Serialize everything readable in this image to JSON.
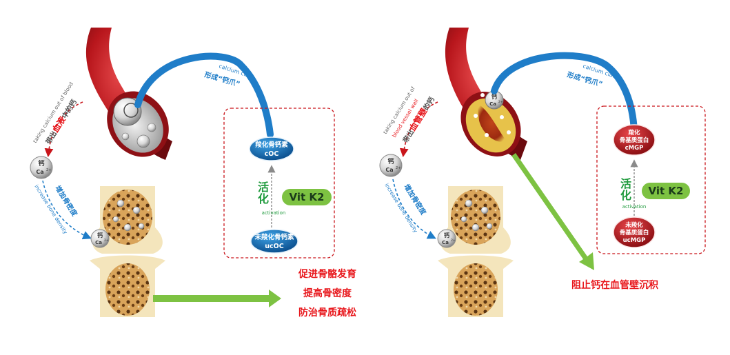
{
  "left": {
    "calcium_claw_en": "calcium claw",
    "calcium_claw_zh": "形成“钙爪”",
    "taking_out_en": "taking calcium out of blood",
    "taking_out_zh_pre": "带出",
    "taking_out_zh_key": "血液",
    "taking_out_zh_post": "中的钙",
    "increase_en": "increase bone density",
    "increase_zh": "增加骨密度",
    "ca_symbol": "钙",
    "ca_formula": "Ca",
    "ca_charge": "2+",
    "active_protein_line1": "羧化骨钙素",
    "active_protein_line2": "cOC",
    "inactive_protein_line1": "未羧化骨钙素",
    "inactive_protein_line2": "ucOC",
    "activate_zh_1": "活",
    "activate_zh_2": "化",
    "activation_en": "activation",
    "vitk2": "Vit K2",
    "benefits": [
      "促进骨骼发育",
      "提高骨密度",
      "防治骨质疏松"
    ]
  },
  "right": {
    "calcium_claw_en": "calcium claw",
    "calcium_claw_zh": "形成“钙爪”",
    "taking_out_en_1": "taking calcium out of",
    "taking_out_en_2": "blood vessel wall",
    "taking_out_zh_pre": "带出",
    "taking_out_zh_key": "血管壁",
    "taking_out_zh_post": "的钙",
    "increase_en": "increase bone density",
    "increase_zh": "增加骨密度",
    "ca_symbol": "钙",
    "ca_formula": "Ca",
    "ca_charge": "2+",
    "active_protein_line1": "羧化",
    "active_protein_line2": "骨基质蛋白",
    "active_protein_line3": "cMGP",
    "inactive_protein_line1": "未羧化",
    "inactive_protein_line2": "骨基质蛋白",
    "inactive_protein_line3": "ucMGP",
    "activate_zh_1": "活",
    "activate_zh_2": "化",
    "activation_en": "activation",
    "vitk2": "Vit K2",
    "result": "阻止钙在血管壁沉积"
  },
  "colors": {
    "blue": "#1f7dc8",
    "red": "#e8161b",
    "green": "#7dc242",
    "dark_green": "#1e9a3c",
    "bone": "#f4e5bc"
  }
}
